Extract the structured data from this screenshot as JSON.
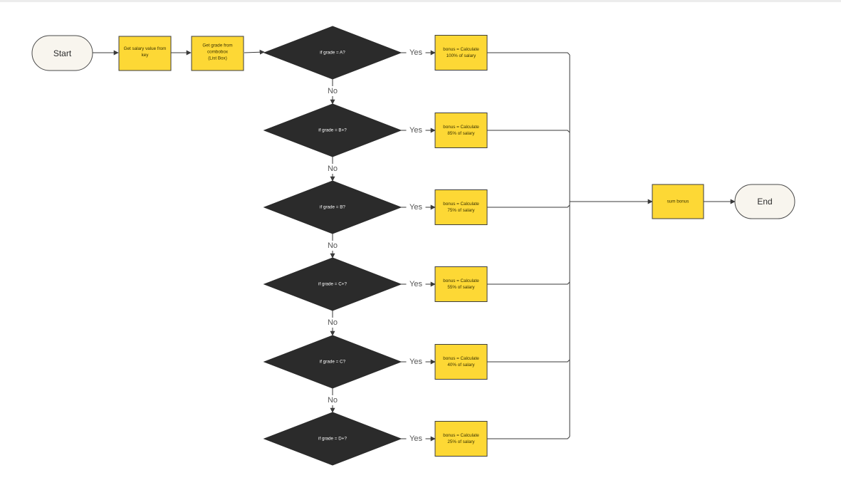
{
  "diagram": {
    "colors": {
      "terminal_fill": "#f8f5ee",
      "terminal_stroke": "#4a4a4a",
      "process_fill": "#fdd835",
      "process_stroke": "#3d3d3d",
      "decision_fill": "#2b2b2b",
      "connector": "#3a3a3a"
    },
    "start": {
      "label": "Start"
    },
    "end": {
      "label": "End"
    },
    "steps": [
      {
        "id": "get-salary",
        "lines": [
          "Get salary value from",
          "key"
        ]
      },
      {
        "id": "get-grade",
        "lines": [
          "Get grade from",
          "combobox",
          "(List Box)"
        ]
      }
    ],
    "decisions": [
      {
        "label": "if grade = A?",
        "yes_lines": [
          "bonus = Calculate",
          "100% of salary"
        ]
      },
      {
        "label": "if grade = B+?",
        "yes_lines": [
          "bonus = Calculate",
          "85% of salary"
        ]
      },
      {
        "label": "if grade = B?",
        "yes_lines": [
          "bonus = Calculate",
          "75% of salary"
        ]
      },
      {
        "label": "if grade = C+?",
        "yes_lines": [
          "bonus = Calculate",
          "55% of salary"
        ]
      },
      {
        "label": "if grade = C?",
        "yes_lines": [
          "bonus = Calculate",
          "40% of salary"
        ]
      },
      {
        "label": "if grade = D+?",
        "yes_lines": [
          "bonus = Calculate",
          "25% of salary"
        ]
      }
    ],
    "sum_box": {
      "label": "sum bonus"
    },
    "edge_labels": {
      "yes": "Yes",
      "no": "No"
    }
  }
}
